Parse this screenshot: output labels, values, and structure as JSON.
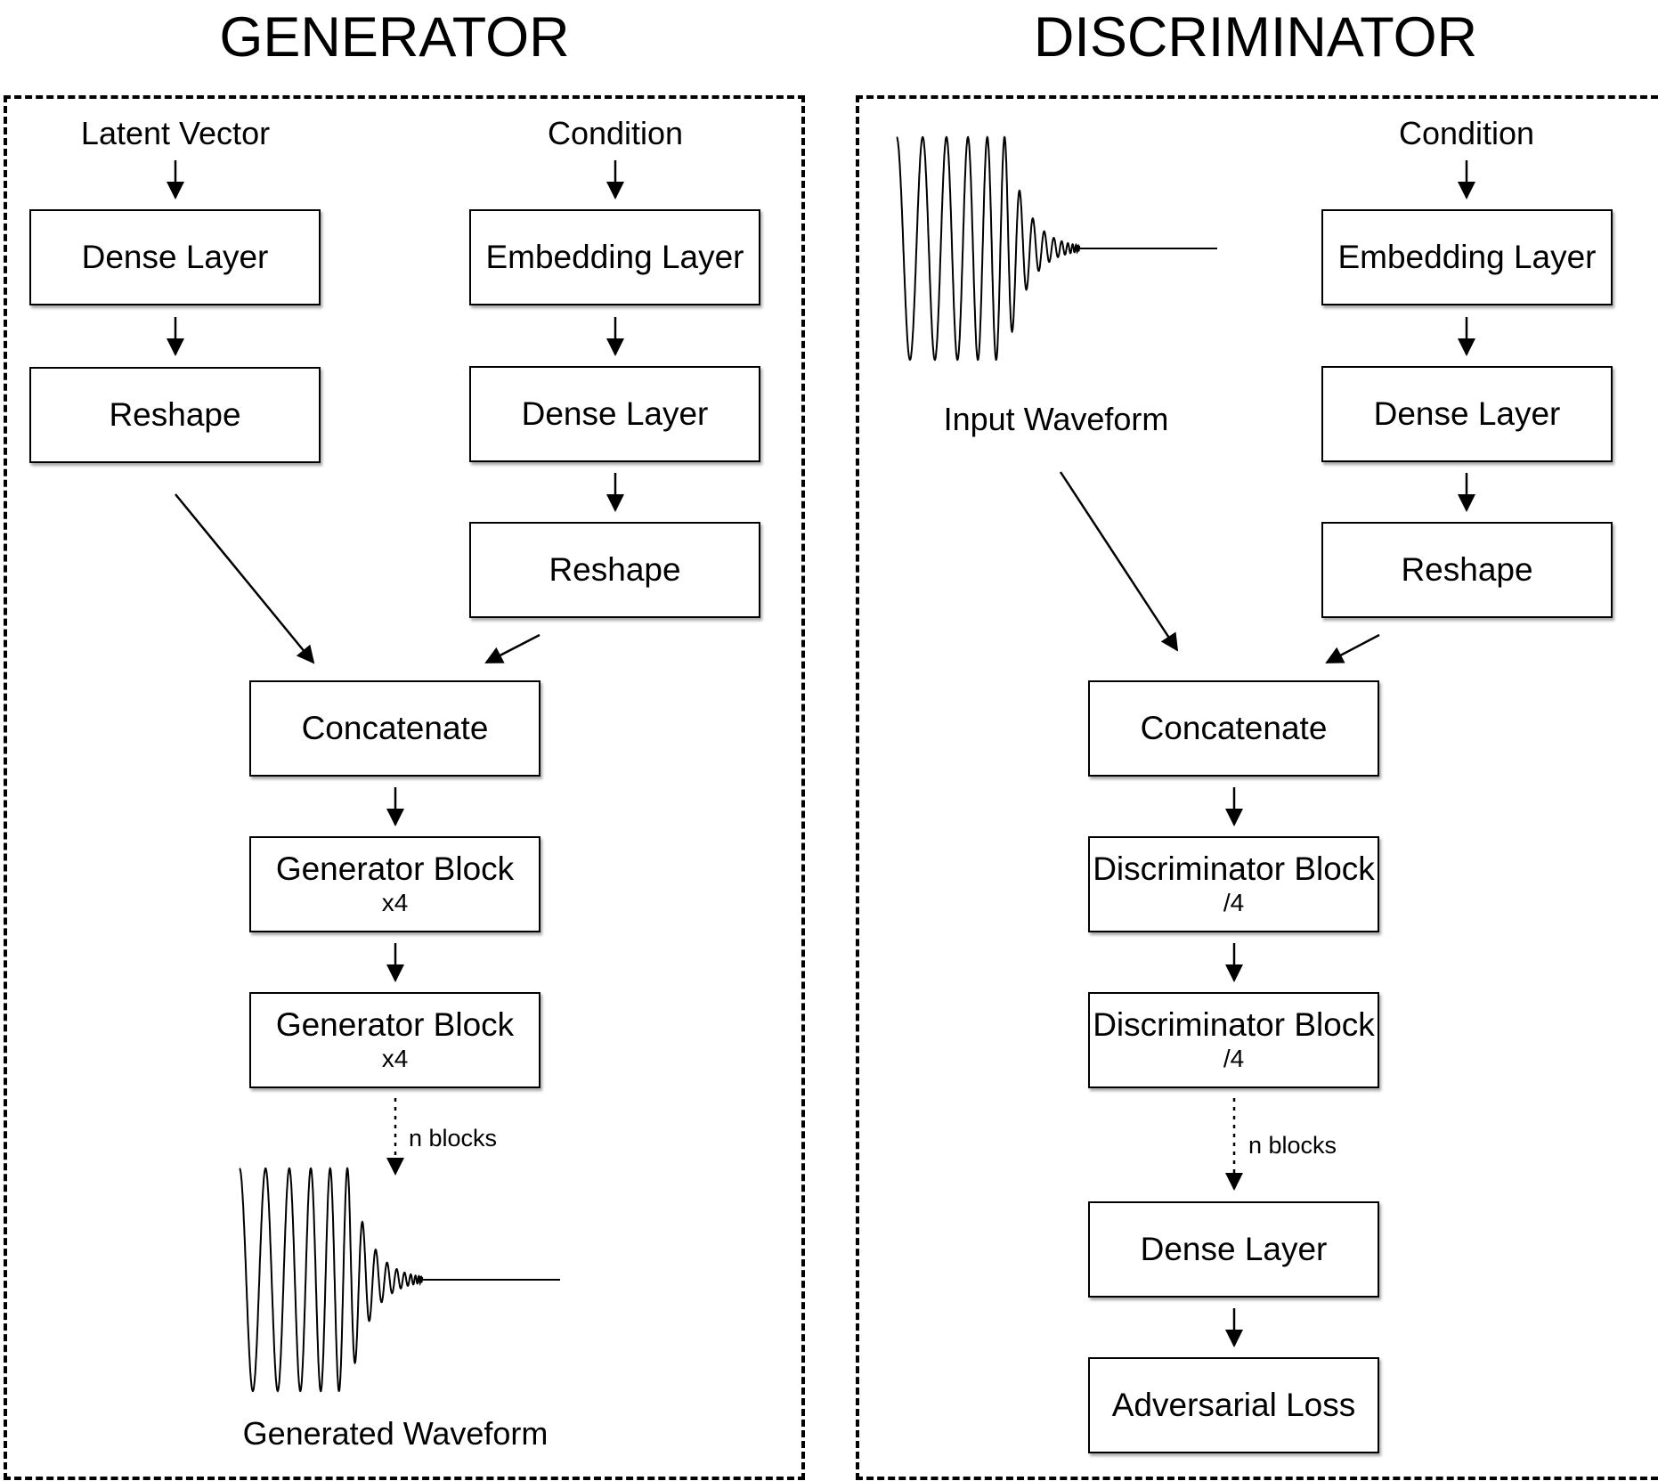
{
  "generator": {
    "title": "GENERATOR",
    "latent_vector_label": "Latent Vector",
    "condition_label": "Condition",
    "dense_layer_1": "Dense Layer",
    "reshape_1": "Reshape",
    "embedding_layer": "Embedding Layer",
    "dense_layer_2": "Dense Layer",
    "reshape_2": "Reshape",
    "concatenate": "Concatenate",
    "block_1": {
      "label": "Generator Block",
      "sub": "x4"
    },
    "block_2": {
      "label": "Generator Block",
      "sub": "x4"
    },
    "n_blocks_label": "n blocks",
    "output_label": "Generated Waveform"
  },
  "discriminator": {
    "title": "DISCRIMINATOR",
    "condition_label": "Condition",
    "input_label": "Input Waveform",
    "embedding_layer": "Embedding Layer",
    "dense_layer_1": "Dense Layer",
    "reshape": "Reshape",
    "concatenate": "Concatenate",
    "block_1": {
      "label": "Discriminator Block",
      "sub": "/4"
    },
    "block_2": {
      "label": "Discriminator Block",
      "sub": "/4"
    },
    "n_blocks_label": "n blocks",
    "dense_layer_2": "Dense Layer",
    "loss": "Adversarial Loss"
  }
}
